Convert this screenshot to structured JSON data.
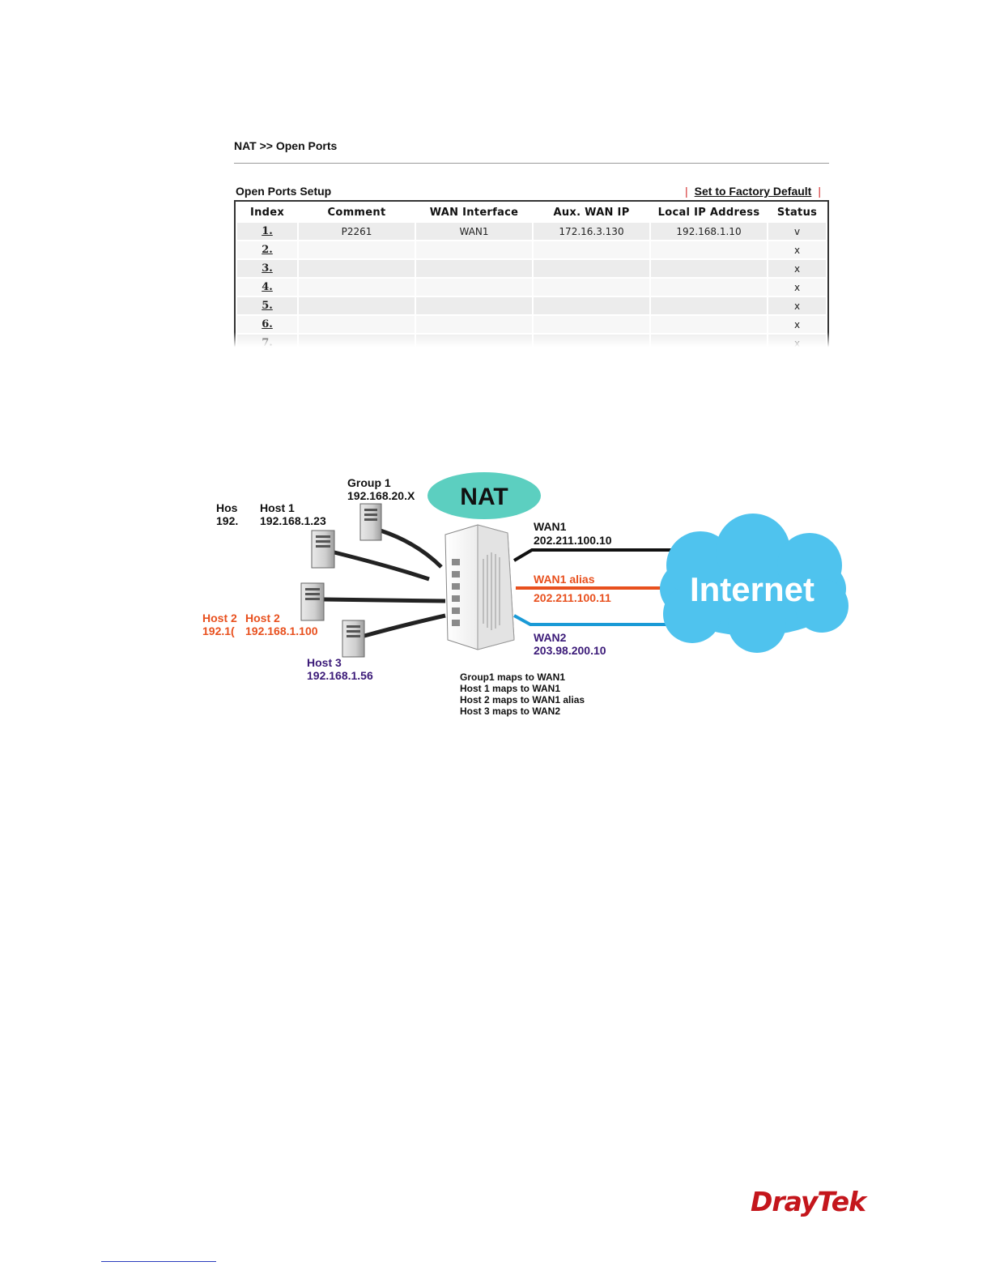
{
  "header": {
    "breadcrumb": "NAT >> Open Ports",
    "section_title": "Open Ports Setup",
    "factory_default": "Set to Factory Default",
    "separator": "|"
  },
  "table": {
    "columns": [
      "Index",
      "Comment",
      "WAN Interface",
      "Aux. WAN IP",
      "Local IP Address",
      "Status"
    ],
    "rows": [
      {
        "index": "1.",
        "comment": "P2261",
        "wan": "WAN1",
        "aux": "172.16.3.130",
        "local": "192.168.1.10",
        "status": "v"
      },
      {
        "index": "2.",
        "comment": "",
        "wan": "",
        "aux": "",
        "local": "",
        "status": "x"
      },
      {
        "index": "3.",
        "comment": "",
        "wan": "",
        "aux": "",
        "local": "",
        "status": "x"
      },
      {
        "index": "4.",
        "comment": "",
        "wan": "",
        "aux": "",
        "local": "",
        "status": "x"
      },
      {
        "index": "5.",
        "comment": "",
        "wan": "",
        "aux": "",
        "local": "",
        "status": "x"
      },
      {
        "index": "6.",
        "comment": "",
        "wan": "",
        "aux": "",
        "local": "",
        "status": "x"
      },
      {
        "index": "7.",
        "comment": "",
        "wan": "",
        "aux": "",
        "local": "",
        "status": "x"
      }
    ]
  },
  "diagram": {
    "nat_label": "NAT",
    "internet_label": "Internet",
    "group1": {
      "name": "Group 1",
      "ip": "192.168.20.X"
    },
    "host1_cut": {
      "name": "Hos",
      "ip": "192."
    },
    "host1": {
      "name": "Host 1",
      "ip": "192.168.1.23"
    },
    "host2_cut": {
      "name": "Host 2",
      "ip": "192.1("
    },
    "host2": {
      "name": "Host 2",
      "ip": "192.168.1.100"
    },
    "host3": {
      "name": "Host 3",
      "ip": "192.168.1.56"
    },
    "wan1": {
      "name": "WAN1",
      "ip": "202.211.100.10"
    },
    "wan1_alias": {
      "name": "WAN1 alias",
      "ip": "202.211.100.11"
    },
    "wan2": {
      "name": "WAN2",
      "ip": "203.98.200.10"
    },
    "mappings": [
      "Group1 maps to WAN1",
      "Host 1 maps to WAN1",
      "Host 2 maps to WAN1 alias",
      "Host 3 maps to WAN2"
    ],
    "colors": {
      "host2": "#e8501e",
      "wan1_alias": "#e8501e",
      "wan2_line": "#1a9ad6",
      "purple_text": "#3b1a78",
      "cloud": "#4fc3ee",
      "nat_bubble": "#5ccfc0"
    }
  },
  "footer": {
    "logo": "DrayTek"
  }
}
